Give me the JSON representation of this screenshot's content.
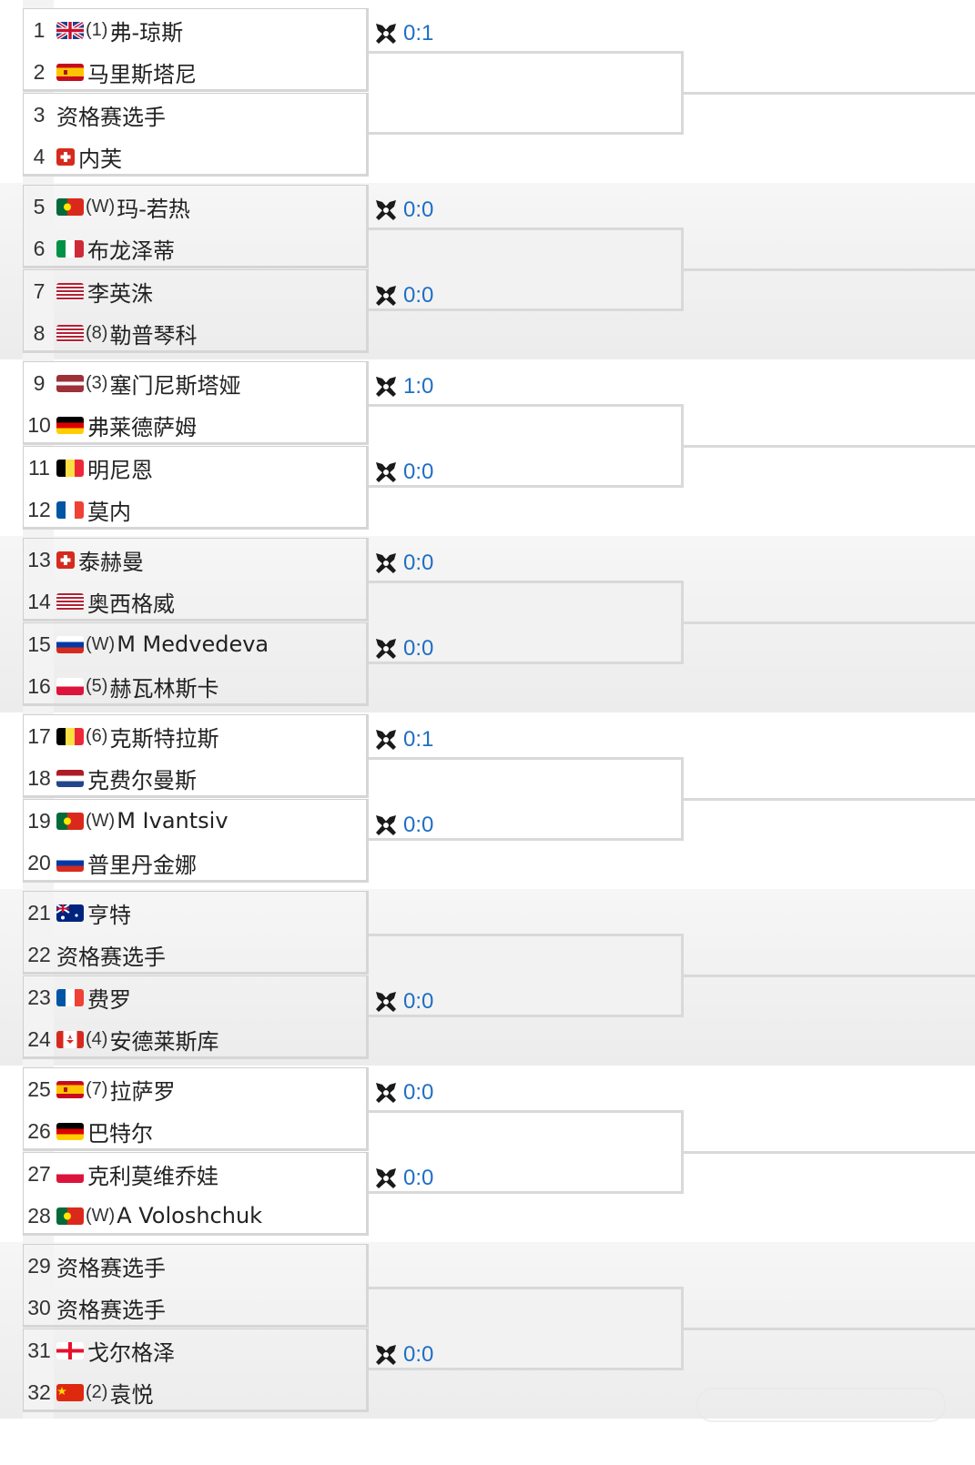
{
  "groups": [
    {
      "rows": [
        {
          "num": "1",
          "flag": "uk",
          "tag": "(1)",
          "name": "弗-琼斯"
        },
        {
          "num": "2",
          "flag": "es",
          "tag": "",
          "name": "马里斯塔尼"
        },
        {
          "num": "3",
          "flag": "",
          "tag": "",
          "name": "资格赛选手"
        },
        {
          "num": "4",
          "flag": "ch",
          "tag": "",
          "name": "内芙"
        }
      ],
      "scores": [
        "0:1",
        null
      ]
    },
    {
      "rows": [
        {
          "num": "5",
          "flag": "pt",
          "tag": "(W)",
          "name": "玛-若热"
        },
        {
          "num": "6",
          "flag": "it",
          "tag": "",
          "name": "布龙泽蒂"
        },
        {
          "num": "7",
          "flag": "us",
          "tag": "",
          "name": "李英洙"
        },
        {
          "num": "8",
          "flag": "us",
          "tag": "(8)",
          "name": "勒普琴科"
        }
      ],
      "scores": [
        "0:0",
        "0:0"
      ]
    },
    {
      "rows": [
        {
          "num": "9",
          "flag": "lv",
          "tag": "(3)",
          "name": "塞门尼斯塔娅"
        },
        {
          "num": "10",
          "flag": "de",
          "tag": "",
          "name": "弗莱德萨姆"
        },
        {
          "num": "11",
          "flag": "be",
          "tag": "",
          "name": "明尼恩"
        },
        {
          "num": "12",
          "flag": "fr",
          "tag": "",
          "name": "莫内"
        }
      ],
      "scores": [
        "1:0",
        "0:0"
      ]
    },
    {
      "rows": [
        {
          "num": "13",
          "flag": "ch",
          "tag": "",
          "name": "泰赫曼"
        },
        {
          "num": "14",
          "flag": "us",
          "tag": "",
          "name": "奥西格威"
        },
        {
          "num": "15",
          "flag": "ru",
          "tag": "(W)",
          "name": "M Medvedeva"
        },
        {
          "num": "16",
          "flag": "pl",
          "tag": "(5)",
          "name": "赫瓦林斯卡"
        }
      ],
      "scores": [
        "0:0",
        "0:0"
      ]
    },
    {
      "rows": [
        {
          "num": "17",
          "flag": "be",
          "tag": "(6)",
          "name": "克斯特拉斯"
        },
        {
          "num": "18",
          "flag": "nl",
          "tag": "",
          "name": "克费尔曼斯"
        },
        {
          "num": "19",
          "flag": "pt",
          "tag": "(W)",
          "name": "M Ivantsiv"
        },
        {
          "num": "20",
          "flag": "ru",
          "tag": "",
          "name": "普里丹金娜"
        }
      ],
      "scores": [
        "0:1",
        "0:0"
      ]
    },
    {
      "rows": [
        {
          "num": "21",
          "flag": "au",
          "tag": "",
          "name": "亨特"
        },
        {
          "num": "22",
          "flag": "",
          "tag": "",
          "name": "资格赛选手"
        },
        {
          "num": "23",
          "flag": "fr",
          "tag": "",
          "name": "费罗"
        },
        {
          "num": "24",
          "flag": "ca",
          "tag": "(4)",
          "name": "安德莱斯库"
        }
      ],
      "scores": [
        null,
        "0:0"
      ]
    },
    {
      "rows": [
        {
          "num": "25",
          "flag": "es",
          "tag": "(7)",
          "name": "拉萨罗"
        },
        {
          "num": "26",
          "flag": "de",
          "tag": "",
          "name": "巴特尔"
        },
        {
          "num": "27",
          "flag": "pl",
          "tag": "",
          "name": "克利莫维乔娃"
        },
        {
          "num": "28",
          "flag": "pt",
          "tag": "(W)",
          "name": "A Voloshchuk"
        }
      ],
      "scores": [
        "0:0",
        "0:0"
      ]
    },
    {
      "rows": [
        {
          "num": "29",
          "flag": "",
          "tag": "",
          "name": "资格赛选手"
        },
        {
          "num": "30",
          "flag": "",
          "tag": "",
          "name": "资格赛选手"
        },
        {
          "num": "31",
          "flag": "ge",
          "tag": "",
          "name": "戈尔格泽"
        },
        {
          "num": "32",
          "flag": "cn",
          "tag": "(2)",
          "name": "袁悦"
        }
      ],
      "scores": [
        null,
        "0:0"
      ]
    }
  ],
  "colors": {
    "score": "#1e6fc4",
    "line": "#d9d9d9"
  },
  "icons": {
    "score_icon": "crossed-rackets-icon"
  }
}
